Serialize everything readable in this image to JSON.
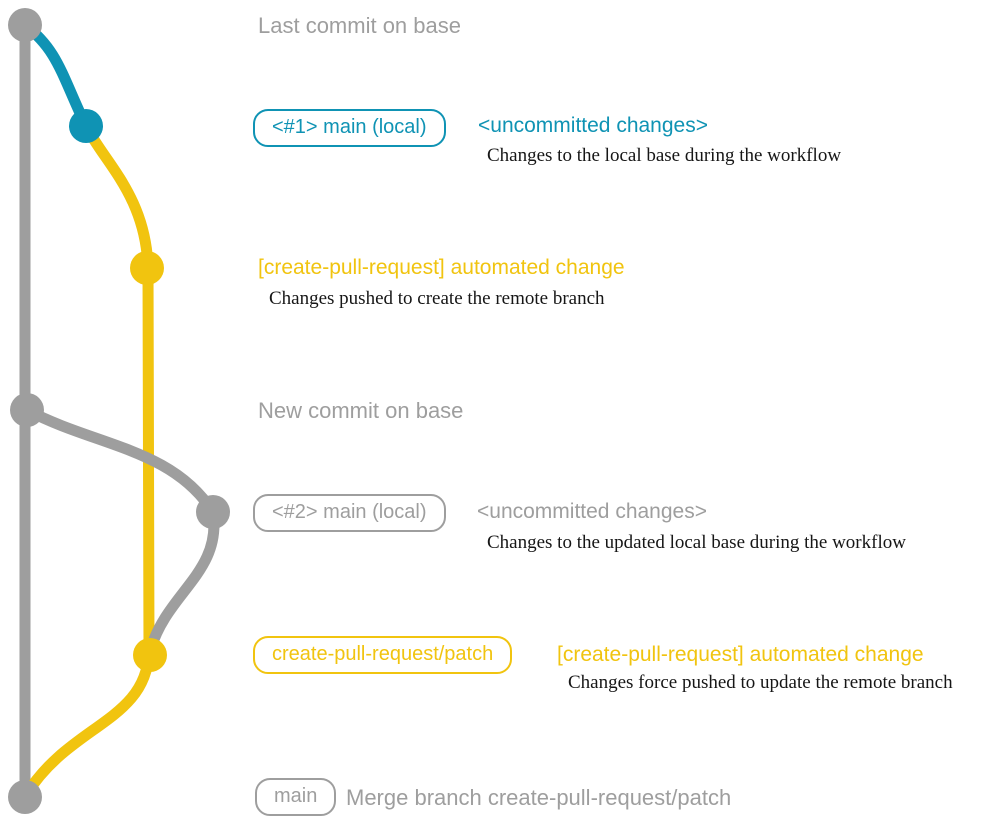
{
  "colors": {
    "gray": "#9e9e9e",
    "blue": "#0f93b4",
    "yellow": "#f1c40f",
    "ink": "#161616",
    "background": "#ffffff"
  },
  "labels": {
    "last_commit": "Last commit on base",
    "new_commit": "New commit on base"
  },
  "rows": {
    "local1": {
      "branch_label": "<#1> main (local)",
      "heading": "<uncommitted changes>",
      "caption": "Changes to the local base during the workflow"
    },
    "push1": {
      "heading": "[create-pull-request] automated change",
      "caption": "Changes pushed to create the remote branch"
    },
    "local2": {
      "branch_label": "<#2> main (local)",
      "heading": "<uncommitted changes>",
      "caption": "Changes to the updated local base during the workflow"
    },
    "push2": {
      "branch_label": "create-pull-request/patch",
      "heading": "[create-pull-request] automated change",
      "caption": "Changes force pushed to update the remote branch"
    },
    "merge": {
      "branch_label": "main",
      "heading": "Merge branch create-pull-request/patch"
    }
  },
  "graph": {
    "commits": [
      {
        "id": "last-commit-on-base",
        "branch": "base",
        "color": "gray"
      },
      {
        "id": "uncommitted-changes-1",
        "branch": "main (local)",
        "color": "blue"
      },
      {
        "id": "automated-change-1",
        "branch": "create-pull-request/patch",
        "color": "yellow"
      },
      {
        "id": "new-commit-on-base",
        "branch": "base",
        "color": "gray"
      },
      {
        "id": "uncommitted-changes-2",
        "branch": "main (local)",
        "color": "gray"
      },
      {
        "id": "automated-change-2",
        "branch": "create-pull-request/patch",
        "color": "yellow"
      },
      {
        "id": "merge-commit",
        "branch": "main",
        "color": "gray"
      }
    ]
  }
}
